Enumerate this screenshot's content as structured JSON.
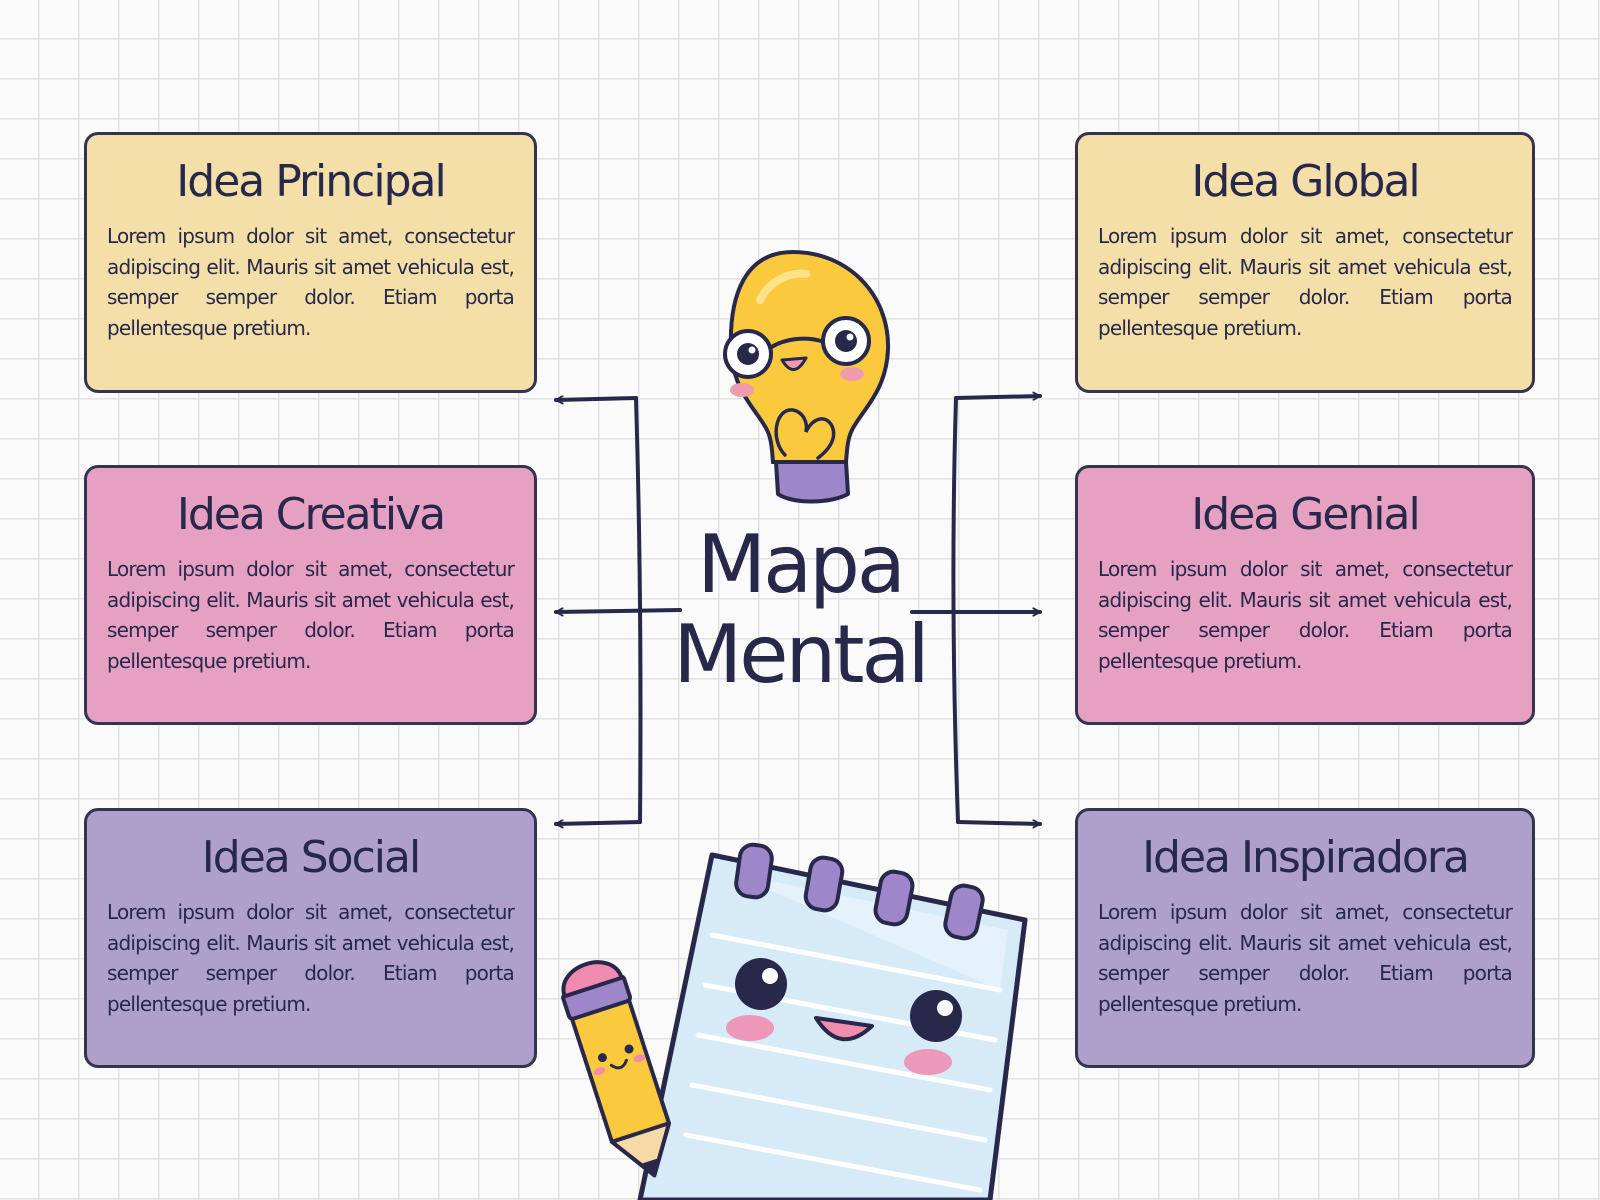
{
  "title_line1": "Mapa",
  "title_line2": "Mental",
  "colors": {
    "yellow_card": "#f4dfa9",
    "pink_card": "#e6a1c2",
    "purple_card": "#ae9fcb",
    "outline": "#2b2c4b"
  },
  "cards": [
    {
      "title": "Idea Principal",
      "body": "Lorem ipsum dolor sit amet, consectetur adipiscing elit. Mauris sit amet vehicula est, semper semper dolor. Etiam porta pellentesque pretium."
    },
    {
      "title": "Idea Creativa",
      "body": "Lorem ipsum dolor sit amet, consectetur adipiscing elit. Mauris sit amet vehicula est, semper semper dolor. Etiam porta pellentesque pretium."
    },
    {
      "title": "Idea Social",
      "body": "Lorem ipsum dolor sit amet, consectetur adipiscing elit. Mauris sit amet vehicula est, semper semper dolor. Etiam porta pellentesque pretium."
    },
    {
      "title": "Idea Global",
      "body": "Lorem ipsum dolor sit amet, consectetur adipiscing elit. Mauris sit amet vehicula est, semper semper dolor. Etiam porta pellentesque pretium."
    },
    {
      "title": "Idea Genial",
      "body": "Lorem ipsum dolor sit amet, consectetur adipiscing elit. Mauris sit amet vehicula est, semper semper dolor. Etiam porta pellentesque pretium."
    },
    {
      "title": "Idea Inspiradora",
      "body": "Lorem ipsum dolor sit amet, consectetur adipiscing elit. Mauris sit amet vehicula est, semper semper dolor. Etiam porta pellentesque pretium."
    }
  ],
  "icons": [
    "lightbulb-icon",
    "notepad-icon",
    "pencil-icon"
  ]
}
